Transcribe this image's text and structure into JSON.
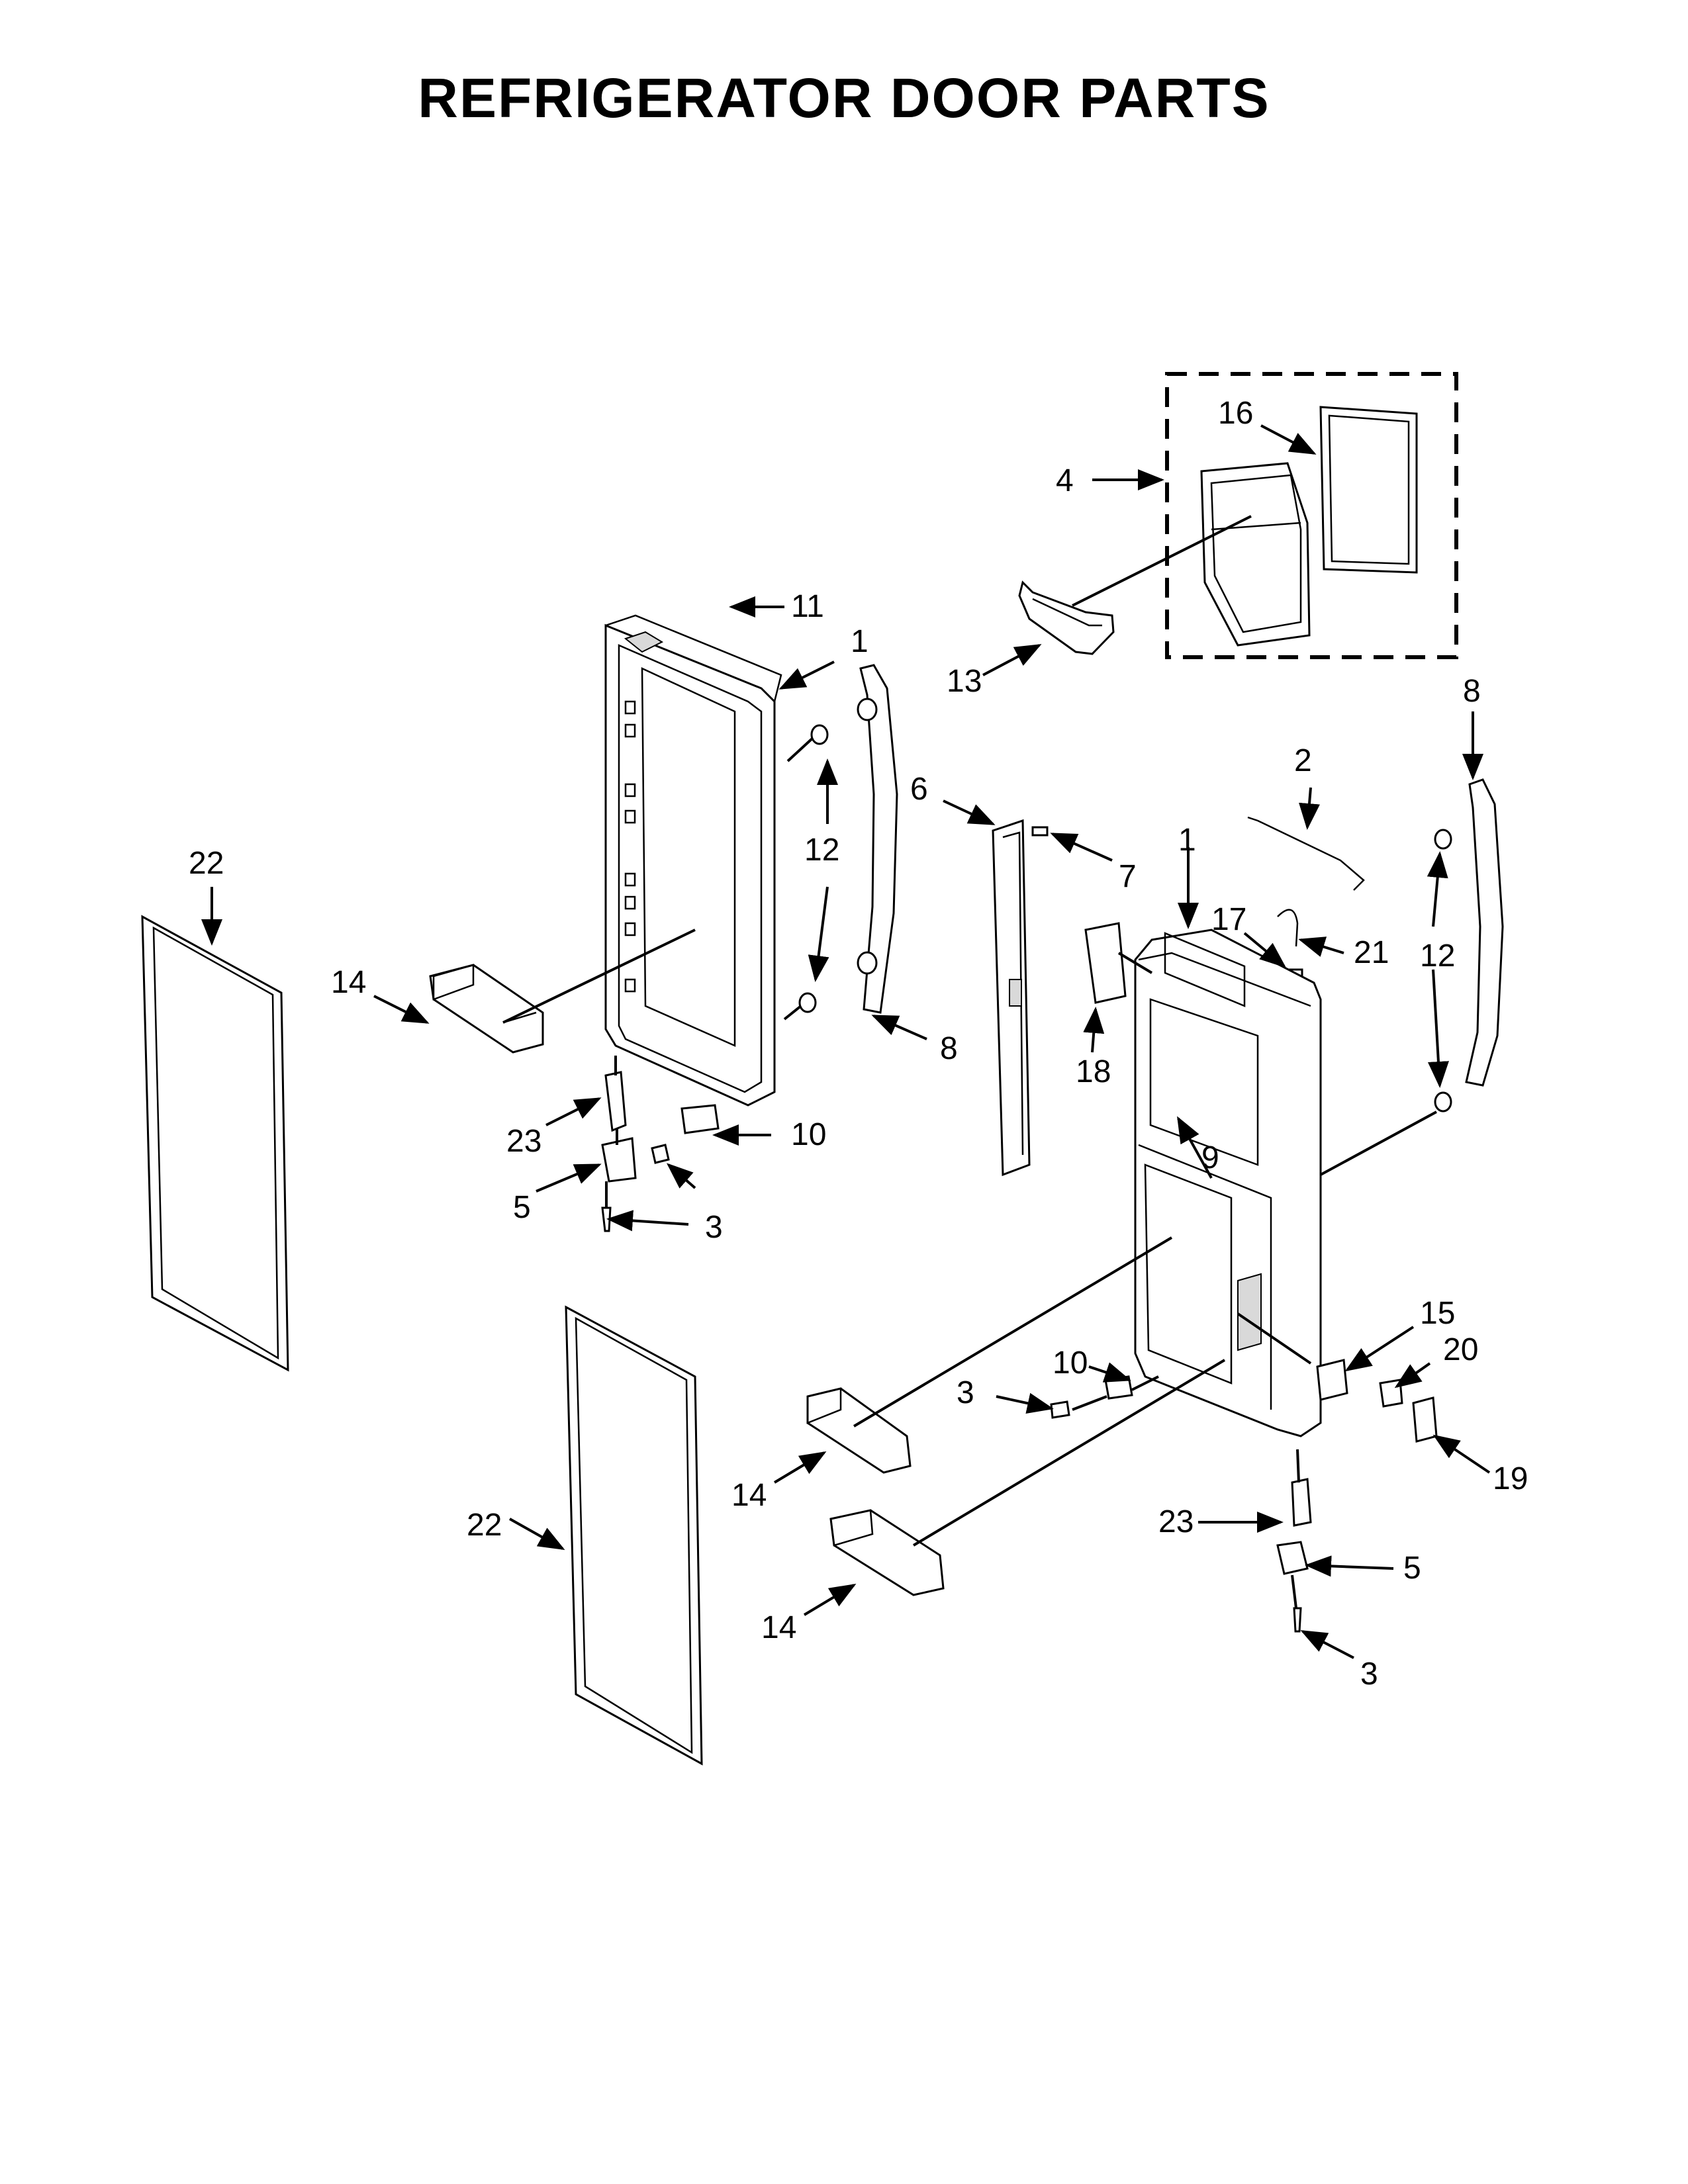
{
  "title": "REFRIGERATOR DOOR PARTS",
  "callouts": [
    {
      "id": "c16",
      "label": "16"
    },
    {
      "id": "c4",
      "label": "4"
    },
    {
      "id": "c11",
      "label": "11"
    },
    {
      "id": "c1a",
      "label": "1"
    },
    {
      "id": "c13",
      "label": "13"
    },
    {
      "id": "c8a",
      "label": "8"
    },
    {
      "id": "c2",
      "label": "2"
    },
    {
      "id": "c12a",
      "label": "12"
    },
    {
      "id": "c6",
      "label": "6"
    },
    {
      "id": "c7",
      "label": "7"
    },
    {
      "id": "c1b",
      "label": "1"
    },
    {
      "id": "c17",
      "label": "17"
    },
    {
      "id": "c21",
      "label": "21"
    },
    {
      "id": "c12b",
      "label": "12"
    },
    {
      "id": "c22a",
      "label": "22"
    },
    {
      "id": "c14a",
      "label": "14"
    },
    {
      "id": "c8b",
      "label": "8"
    },
    {
      "id": "c18",
      "label": "18"
    },
    {
      "id": "c23a",
      "label": "23"
    },
    {
      "id": "c10a",
      "label": "10"
    },
    {
      "id": "c5a",
      "label": "5"
    },
    {
      "id": "c3a",
      "label": "3"
    },
    {
      "id": "c9",
      "label": "9"
    },
    {
      "id": "c15",
      "label": "15"
    },
    {
      "id": "c20",
      "label": "20"
    },
    {
      "id": "c10b",
      "label": "10"
    },
    {
      "id": "c3b",
      "label": "3"
    },
    {
      "id": "c19",
      "label": "19"
    },
    {
      "id": "c14b",
      "label": "14"
    },
    {
      "id": "c23b",
      "label": "23"
    },
    {
      "id": "c22b",
      "label": "22"
    },
    {
      "id": "c5b",
      "label": "5"
    },
    {
      "id": "c14c",
      "label": "14"
    },
    {
      "id": "c3c",
      "label": "3"
    }
  ]
}
